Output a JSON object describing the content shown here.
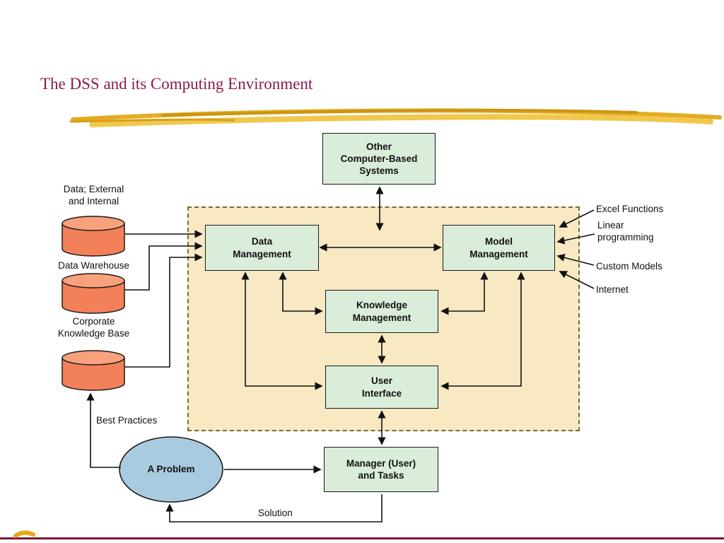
{
  "title": "The DSS and its Computing Environment",
  "nodes": {
    "other_systems": {
      "label": "Other\nComputer-Based\nSystems"
    },
    "data_management": {
      "label": "Data\nManagement"
    },
    "model_management": {
      "label": "Model\nManagement"
    },
    "knowledge_management": {
      "label": "Knowledge\nManagement"
    },
    "user_interface": {
      "label": "User\nInterface"
    },
    "manager_tasks": {
      "label": "Manager (User)\nand Tasks"
    },
    "problem": {
      "label": "A Problem"
    }
  },
  "datastores": {
    "external_internal": {
      "label": "Data; External\nand Internal"
    },
    "data_warehouse": {
      "label": "Data Warehouse"
    },
    "corporate_kb": {
      "label": "Corporate\nKnowledge Base"
    }
  },
  "flow_labels": {
    "best_practices": "Best Practices",
    "solution": "Solution"
  },
  "model_sources": {
    "excel": "Excel Functions",
    "linear": "Linear\nprogramming",
    "custom": "Custom Models",
    "internet": "Internet"
  },
  "colors": {
    "title": "#8B1A4E",
    "node-fill": "#D9EDDA",
    "container-fill": "#F8E9C3",
    "container-border": "#6E6E3C",
    "cylinder-fill": "#F2815A",
    "cylinder-top": "#F8A17D",
    "ellipse-fill": "#A9CBDF",
    "brush-gold": "#E2A818",
    "footer-line": "#7E1437"
  }
}
